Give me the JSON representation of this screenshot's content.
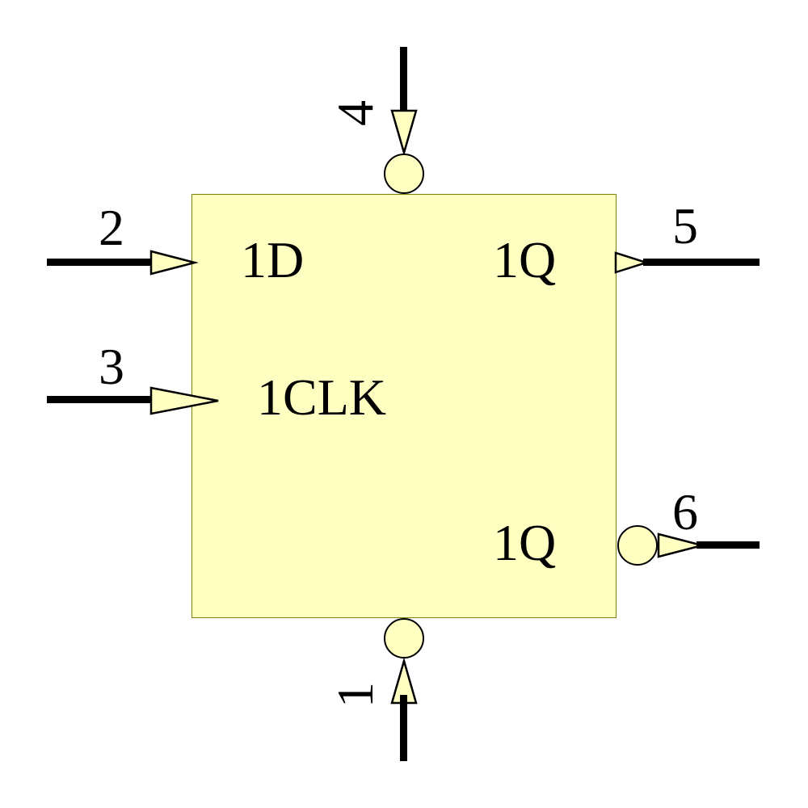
{
  "diagram": {
    "type": "d-flip-flop-schematic-symbol",
    "body": {
      "fill_color": "#FFFFC2",
      "border_color": "#808000",
      "wire_color": "#000000"
    },
    "port_labels": {
      "d": "1D",
      "clk": "1CLK",
      "q": "1Q",
      "q_bar": "1Q"
    },
    "pin_numbers": {
      "clear": "1",
      "d": "2",
      "clk": "3",
      "preset": "4",
      "q": "5",
      "q_bar": "6"
    }
  }
}
